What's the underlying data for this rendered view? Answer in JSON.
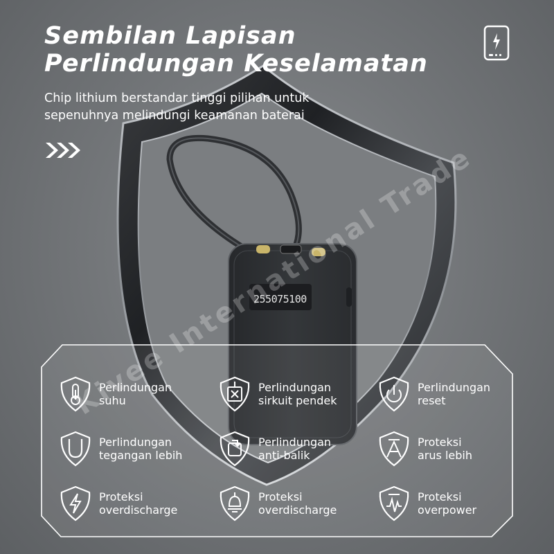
{
  "headline": {
    "line1": "Sembilan Lapisan",
    "line2": "Perlindungan Keselamatan"
  },
  "description": {
    "line1": "Chip lithium berstandar tinggi pilihan untuk",
    "line2": "sepenuhnya melindungi keamanan baterai"
  },
  "device": {
    "display_digits": "255075100"
  },
  "watermark": "Kivee International Trade",
  "icons": {
    "top_right": "phone-battery-icon",
    "chevron": "triple-chevron-icon"
  },
  "colors": {
    "background": "#74777a",
    "text": "#ffffff",
    "device": "#2f3134"
  },
  "features": [
    {
      "line1": "Perlindungan",
      "line2": "suhu",
      "icon": "thermometer-shield-icon"
    },
    {
      "line1": "Perlindungan",
      "line2": "sirkuit pendek",
      "icon": "short-circuit-icon"
    },
    {
      "line1": "Perlindungan",
      "line2": "reset",
      "icon": "power-reset-icon"
    },
    {
      "line1": "Perlindungan",
      "line2": "tegangan lebih",
      "icon": "overvoltage-icon"
    },
    {
      "line1": "Perlindungan",
      "line2": "anti-balik",
      "icon": "anti-reverse-icon"
    },
    {
      "line1": "Proteksi",
      "line2": "arus lebih",
      "icon": "overcurrent-icon"
    },
    {
      "line1": "Proteksi",
      "line2": "overdischarge",
      "icon": "lightning-shield-icon"
    },
    {
      "line1": "Proteksi",
      "line2": "overdischarge",
      "icon": "plug-shield-icon"
    },
    {
      "line1": "Proteksi",
      "line2": "overpower",
      "icon": "overpower-icon"
    }
  ]
}
